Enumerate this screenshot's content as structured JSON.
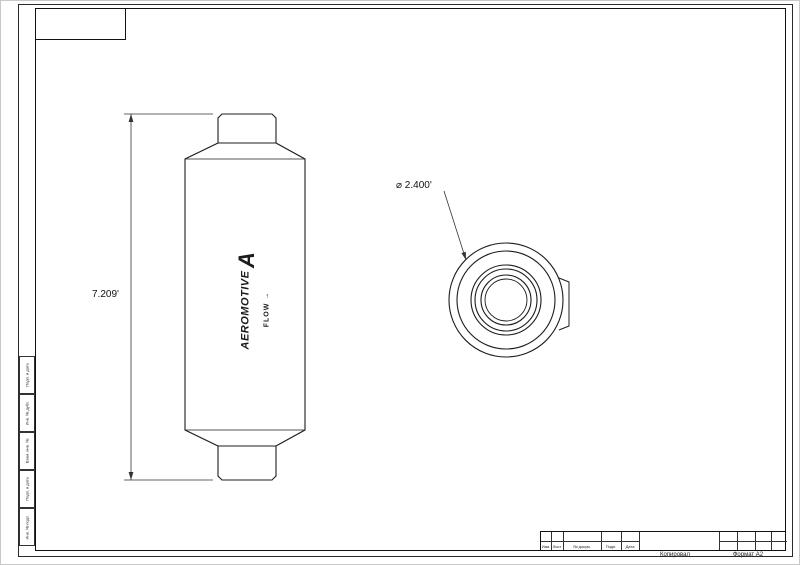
{
  "drawing": {
    "side_view": {
      "dimension_label": "7.209'"
    },
    "end_view": {
      "diameter_label": "⌀ 2.400'"
    },
    "logo": {
      "mark": "A",
      "brand": "AEROMOTIVE",
      "flow_label": "FLOW",
      "flow_arrow": "→"
    }
  },
  "title_block": {
    "headers": [
      "Изм.",
      "Лист",
      "№ докум.",
      "Подп.",
      "Дата"
    ],
    "footer_left": "Копировал",
    "footer_right": "Формат А2"
  },
  "margin_stamps": [
    "Подп. и дата",
    "Инв. № дубл.",
    "Взам. инв. №",
    "Подп. и дата",
    "Инв. № подл."
  ],
  "colors": {
    "line": "#1c1c1c",
    "background": "#ffffff"
  }
}
